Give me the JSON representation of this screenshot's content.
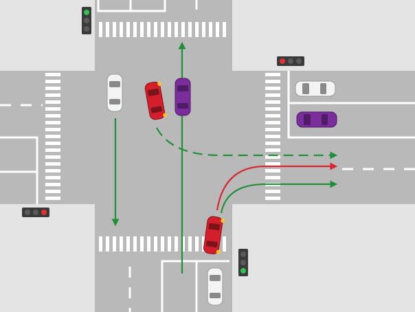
{
  "scene": {
    "type": "intersection-traffic-diagram",
    "colors": {
      "sidewalk": "#e4e4e4",
      "road": "#b9b9b9",
      "marking": "#ffffff",
      "arrow_green": "#1f8f3a",
      "arrow_red": "#d7262f",
      "car_red": "#d31f2b",
      "car_purple": "#7b2d9c",
      "car_white": "#f4f4f4",
      "signal_body": "#3a3a3a",
      "signal_green": "#33c24d",
      "signal_red": "#e53030",
      "signal_off": "#5a5a5a"
    },
    "traffic_lights": [
      {
        "name": "north",
        "active": "green"
      },
      {
        "name": "east",
        "active": "red"
      },
      {
        "name": "west",
        "active": "red"
      },
      {
        "name": "south",
        "active": "green"
      }
    ],
    "vehicles": [
      {
        "name": "white-car-north-lane",
        "color": "white"
      },
      {
        "name": "red-car-turning-north",
        "color": "red"
      },
      {
        "name": "purple-car-north",
        "color": "purple"
      },
      {
        "name": "white-car-east-road",
        "color": "white"
      },
      {
        "name": "purple-car-east-road",
        "color": "purple"
      },
      {
        "name": "red-car-turning-south",
        "color": "red"
      },
      {
        "name": "white-car-south-lane",
        "color": "white"
      }
    ]
  }
}
